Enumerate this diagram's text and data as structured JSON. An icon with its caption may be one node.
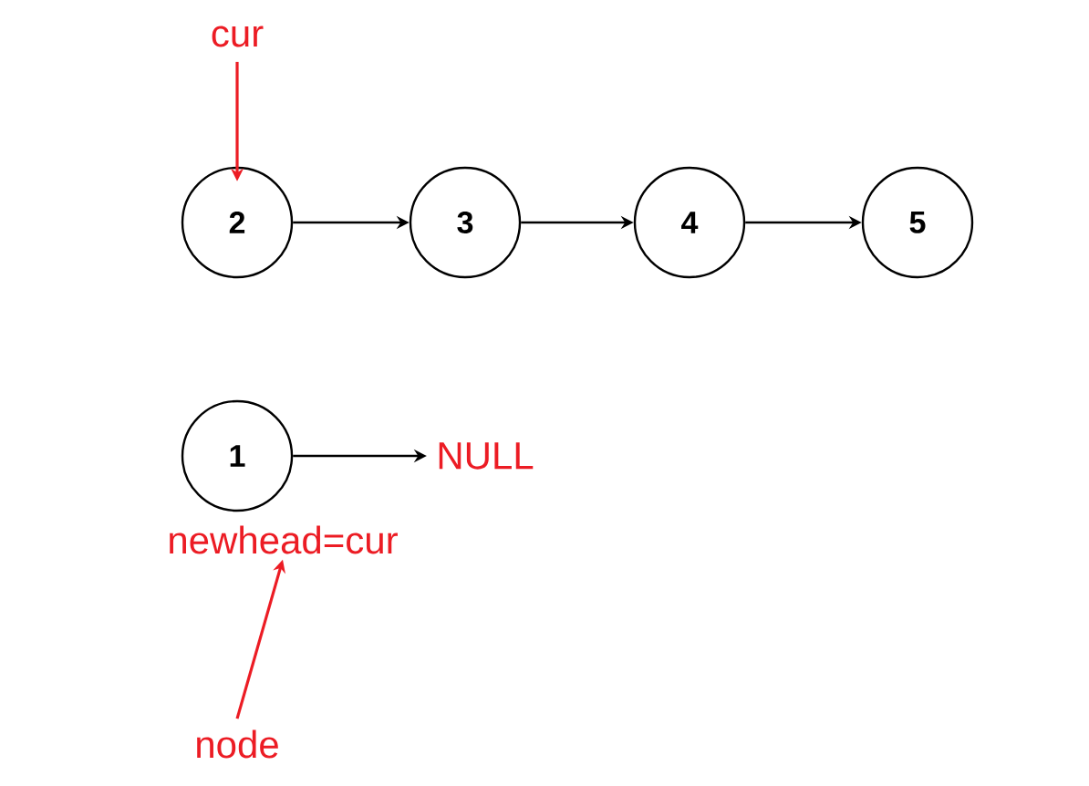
{
  "diagram": {
    "nodes": [
      {
        "text": [
          "cur"
        ]
      },
      {
        "text": [
          "2"
        ]
      },
      {
        "text": [
          "3"
        ]
      },
      {
        "text": [
          "4"
        ]
      },
      {
        "text": [
          "5"
        ]
      },
      {
        "text": [
          "1"
        ]
      },
      {
        "text": [
          "NULL"
        ]
      },
      {
        "text": [
          "newhead=cur"
        ]
      },
      {
        "text": [
          "node"
        ]
      }
    ],
    "edges": [
      {
        "from": 0,
        "to": 1,
        "arrow": "to",
        "color": "#ec1c24"
      },
      {
        "from": 1,
        "to": 2,
        "arrow": "to"
      },
      {
        "from": 2,
        "to": 3,
        "arrow": "to"
      },
      {
        "from": 3,
        "to": 4,
        "arrow": "to"
      },
      {
        "from": 5,
        "to": 6,
        "arrow": "to"
      },
      {
        "from": 8,
        "to": 7,
        "arrow": "to",
        "color": "#ec1c24"
      }
    ]
  }
}
